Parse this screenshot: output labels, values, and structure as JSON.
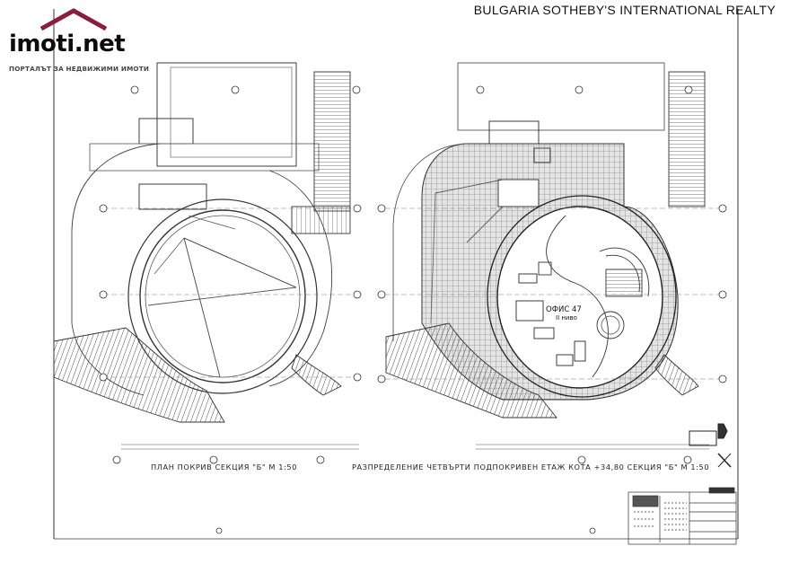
{
  "logo": {
    "wordmark": "imoti.net",
    "tagline": "ПОРТАЛЪТ ЗА НЕДВИЖИМИ ИМОТИ",
    "roof_color": "#8a1f3b"
  },
  "watermark": {
    "agency": "BULGARIA SOTHEBY'S INTERNATIONAL REALTY"
  },
  "plans": {
    "left_caption": "ПЛАН ПОКРИВ СЕКЦИЯ \"Б\"   М   1:50",
    "right_caption": "РАЗПРЕДЕЛЕНИЕ ЧЕТВЪРТИ ПОДПОКРИВЕН ЕТАЖ КОТА +34,80 СЕКЦИЯ \"Б\"   М   1:50",
    "room_name": "ОФИС 47",
    "room_level": "II ниво"
  },
  "colors": {
    "line": "#2a2a2a",
    "light_line": "#7a7a7a"
  }
}
